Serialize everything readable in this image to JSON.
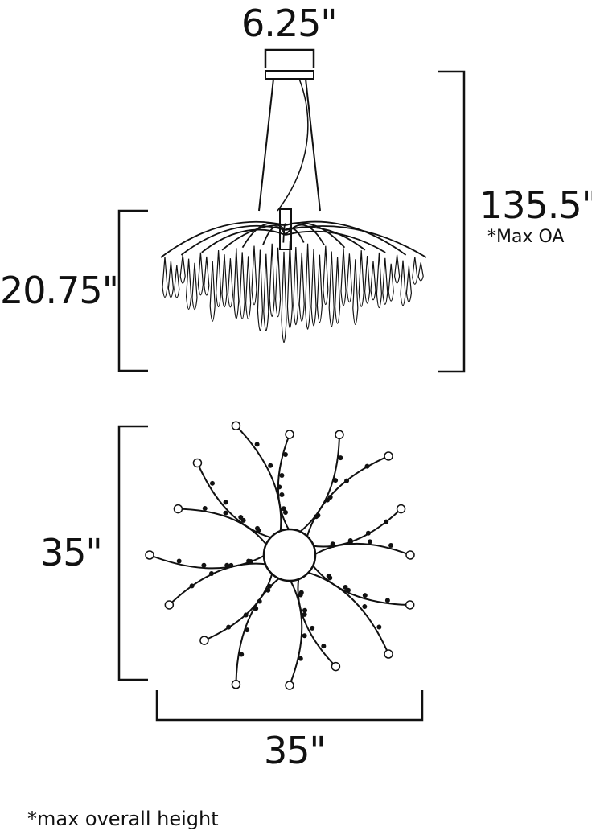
{
  "dimensions": {
    "canopy_width": "6.25\"",
    "overall_height": "135.5\"",
    "overall_height_note": "*Max OA",
    "fixture_height": "20.75\"",
    "plan_depth": "35\"",
    "plan_width": "35\""
  },
  "footnote": "*max overall height",
  "colors": {
    "line": "#111111",
    "background": "#ffffff"
  }
}
